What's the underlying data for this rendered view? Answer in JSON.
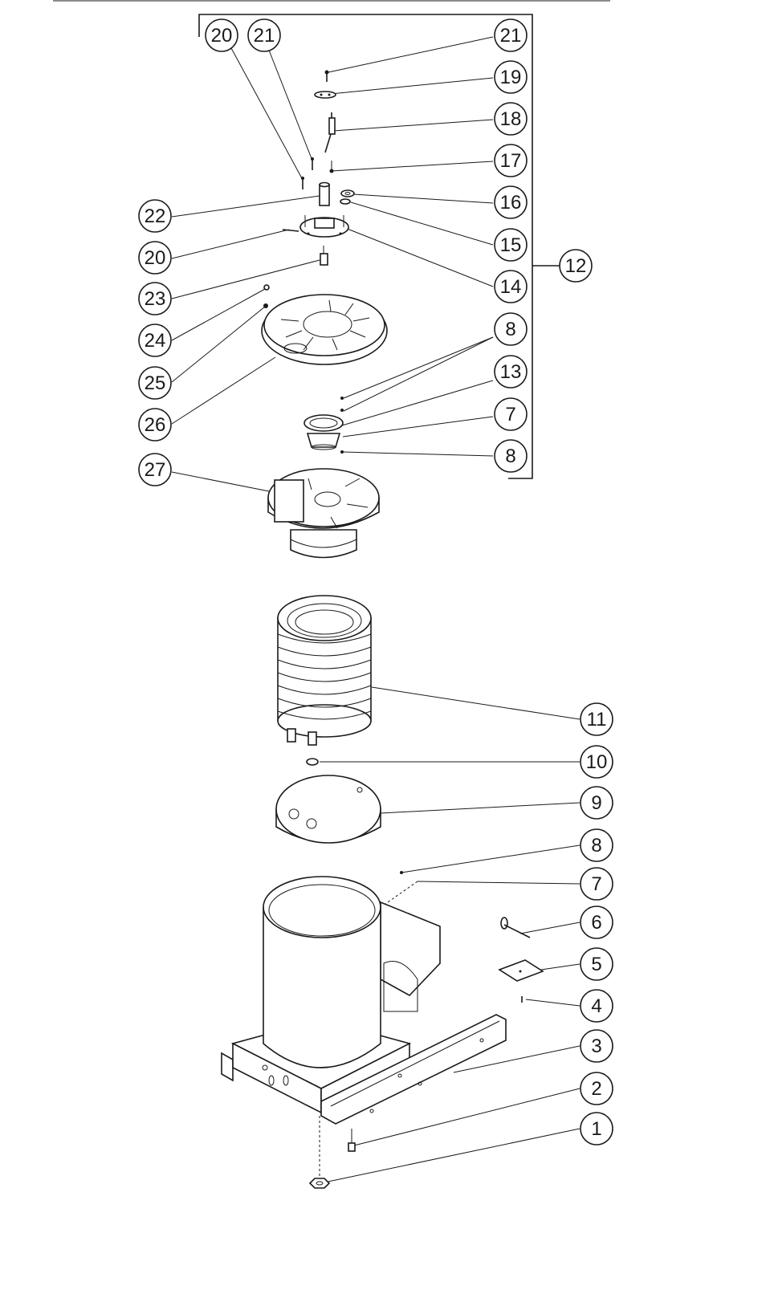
{
  "diagram": {
    "type": "exploded-parts-view",
    "line_color": "#1a1a1a",
    "background": "#ffffff",
    "callouts": [
      {
        "id": "c20a",
        "label": "20"
      },
      {
        "id": "c21a",
        "label": "21"
      },
      {
        "id": "c21b",
        "label": "21"
      },
      {
        "id": "c19",
        "label": "19"
      },
      {
        "id": "c18",
        "label": "18"
      },
      {
        "id": "c17",
        "label": "17"
      },
      {
        "id": "c16",
        "label": "16"
      },
      {
        "id": "c15",
        "label": "15"
      },
      {
        "id": "c14",
        "label": "14"
      },
      {
        "id": "c12",
        "label": "12"
      },
      {
        "id": "c22",
        "label": "22"
      },
      {
        "id": "c20b",
        "label": "20"
      },
      {
        "id": "c23",
        "label": "23"
      },
      {
        "id": "c24",
        "label": "24"
      },
      {
        "id": "c25",
        "label": "25"
      },
      {
        "id": "c26",
        "label": "26"
      },
      {
        "id": "c8a",
        "label": "8"
      },
      {
        "id": "c13",
        "label": "13"
      },
      {
        "id": "c7a",
        "label": "7"
      },
      {
        "id": "c8b",
        "label": "8"
      },
      {
        "id": "c27",
        "label": "27"
      },
      {
        "id": "c11",
        "label": "11"
      },
      {
        "id": "c10",
        "label": "10"
      },
      {
        "id": "c9",
        "label": "9"
      },
      {
        "id": "c8c",
        "label": "8"
      },
      {
        "id": "c7b",
        "label": "7"
      },
      {
        "id": "c6",
        "label": "6"
      },
      {
        "id": "c5",
        "label": "5"
      },
      {
        "id": "c4",
        "label": "4"
      },
      {
        "id": "c3",
        "label": "3"
      },
      {
        "id": "c2",
        "label": "2"
      },
      {
        "id": "c1",
        "label": "1"
      }
    ]
  }
}
